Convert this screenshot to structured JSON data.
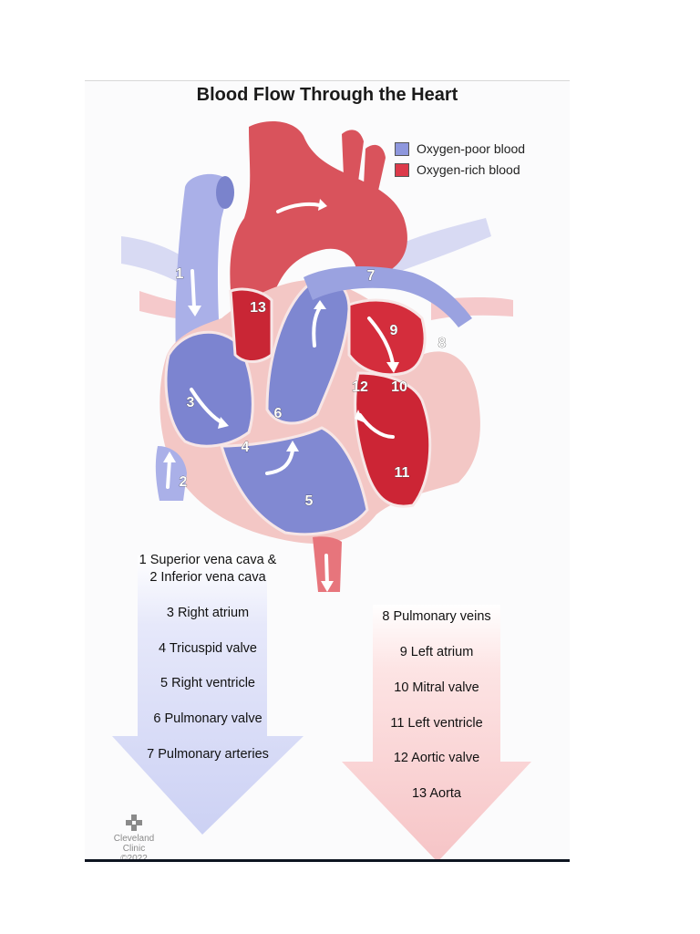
{
  "title": "Blood Flow Through the Heart",
  "legend": [
    {
      "label": "Oxygen-poor blood",
      "color": "#8e97dd"
    },
    {
      "label": "Oxygen-rich blood",
      "color": "#dc3a4a"
    }
  ],
  "colors": {
    "oxygen_poor": "#8e97dd",
    "oxygen_poor_dark": "#5e68b8",
    "oxygen_rich": "#d9323f",
    "oxygen_rich_dark": "#a81c2a",
    "heart_wall": "#f3c7c5",
    "arrow_left": "#d8dbf6",
    "arrow_right": "#f8cfd0"
  },
  "markers": [
    "1",
    "2",
    "3",
    "4",
    "5",
    "6",
    "7",
    "8",
    "9",
    "10",
    "11",
    "12",
    "13"
  ],
  "left_list": {
    "line1": "1 Superior vena cava &",
    "line2": "2 Inferior vena cava",
    "items": [
      "3 Right atrium",
      "4 Tricuspid valve",
      "5 Right ventricle",
      "6 Pulmonary valve",
      "7 Pulmonary arteries"
    ]
  },
  "right_list": {
    "items": [
      "8 Pulmonary veins",
      "9 Left atrium",
      "10 Mitral valve",
      "11 Left ventricle",
      "12 Aortic valve",
      "13 Aorta"
    ]
  },
  "logo": {
    "line1": "Cleveland",
    "line2": "Clinic",
    "line3": "©2022"
  }
}
